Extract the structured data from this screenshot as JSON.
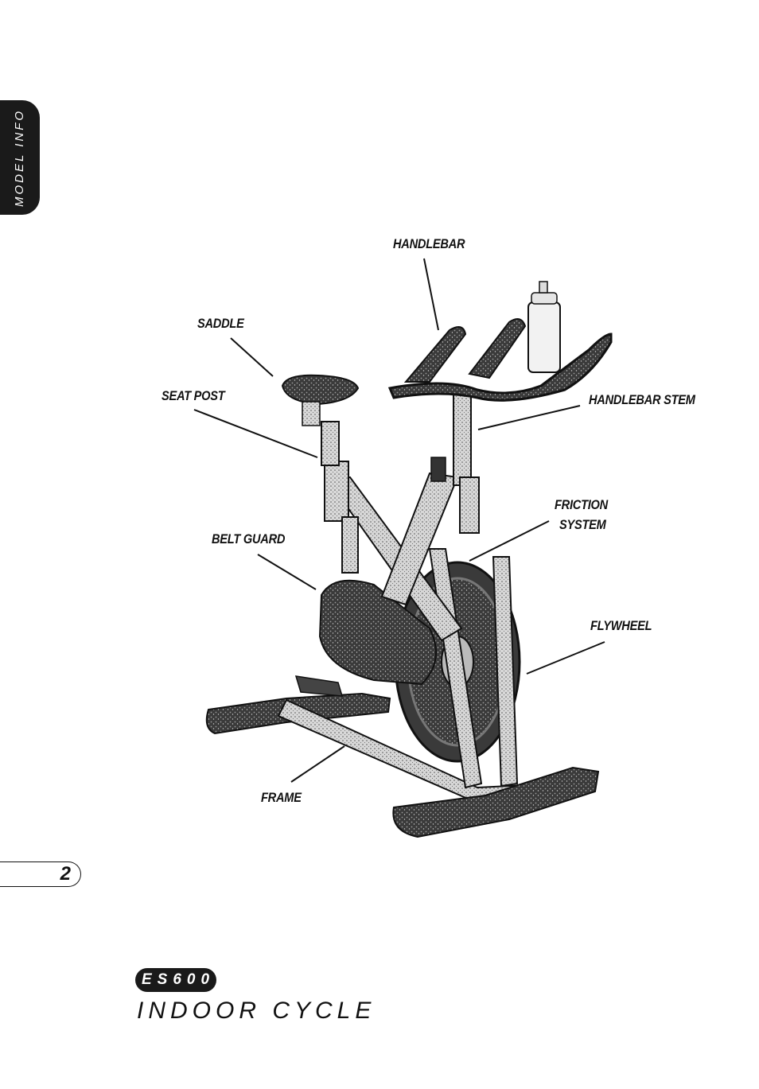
{
  "side_tab": {
    "label": "MODEL INFO"
  },
  "labels": {
    "handlebar": "HANDLEBAR",
    "saddle": "SADDLE",
    "seat_post": "SEAT POST",
    "handlebar_stem": "HANDLEBAR STEM",
    "friction_system_1": "FRICTION",
    "friction_system_2": "SYSTEM",
    "belt_guard": "BELT GUARD",
    "flywheel": "FLYWHEEL",
    "frame": "FRAME"
  },
  "page": {
    "number": "2"
  },
  "product": {
    "model": "ES600",
    "name": "INDOOR CYCLE"
  }
}
